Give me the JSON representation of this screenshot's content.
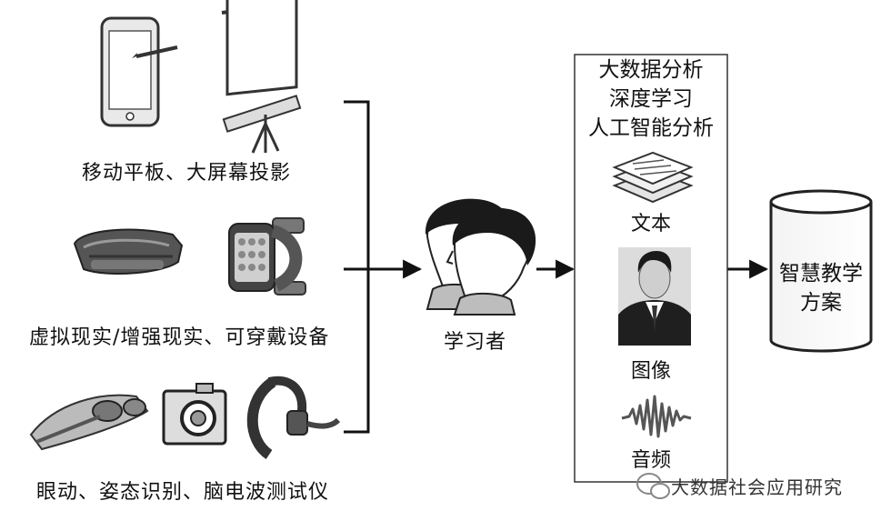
{
  "devices": {
    "row1_label": "移动平板、大屏幕投影",
    "row2_label": "虚拟现实/增强现实、可穿戴设备",
    "row3_label": "眼动、姿态识别、脑电波测试仪"
  },
  "learner": {
    "label": "学习者"
  },
  "analysis": {
    "line1": "大数据分析",
    "line2": "深度学习",
    "line3": "人工智能分析",
    "text_label": "文本",
    "image_label": "图像",
    "audio_label": "音频"
  },
  "output": {
    "line1": "智慧教学",
    "line2": "方案"
  },
  "watermark": {
    "text": "大数据社会应用研究"
  }
}
